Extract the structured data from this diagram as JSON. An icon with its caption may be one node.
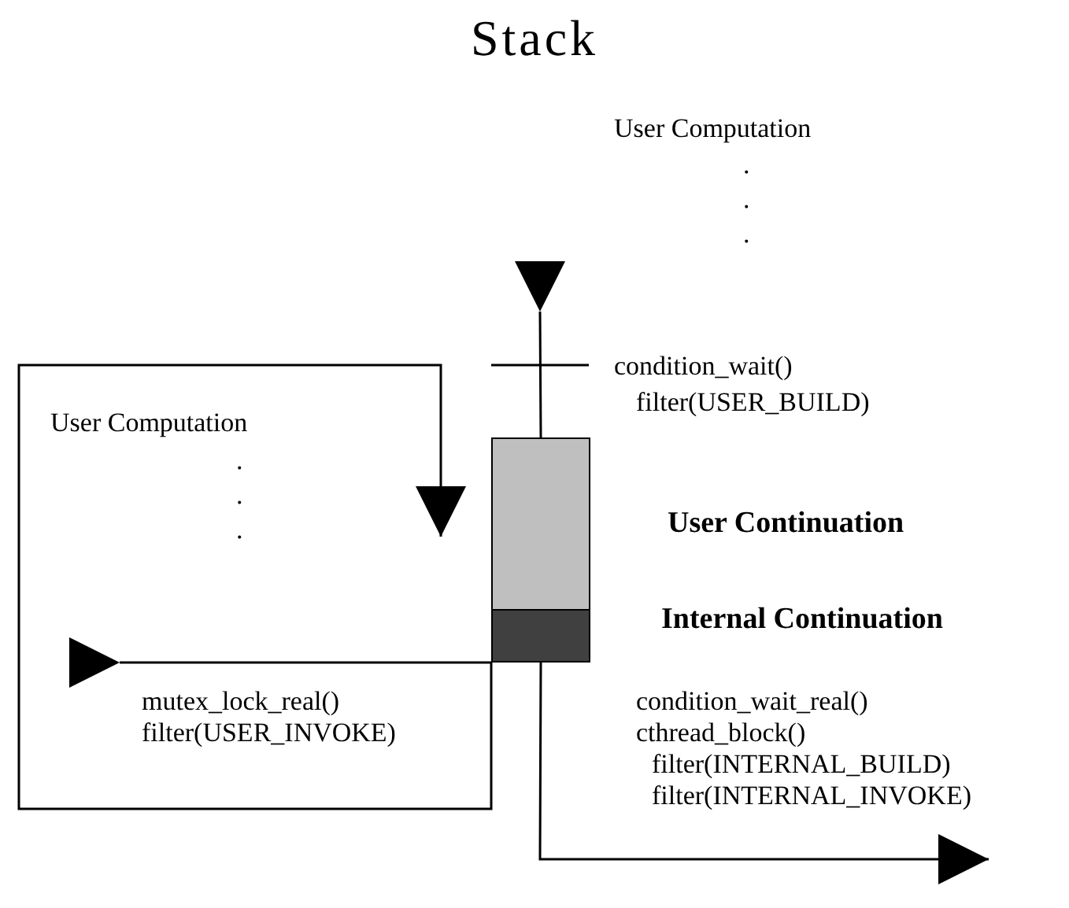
{
  "diagram": {
    "title": "Stack",
    "nodes": [
      {
        "text": [],
        "shape": "box",
        "beside": [
          "User Continuation"
        ]
      },
      {
        "text": [],
        "shape": "box",
        "beside": [
          "Internal Continuation"
        ]
      }
    ],
    "edges": [
      {
        "from": 0,
        "to": null,
        "arrow": "to"
      },
      {
        "from": 1,
        "to": null,
        "arrow": "to"
      },
      {
        "from": 1,
        "to": null,
        "arrow": "to"
      },
      {
        "from": 1,
        "to": null,
        "arrow": "to"
      }
    ],
    "labels": [
      "User Computation",
      ".",
      ".",
      ".",
      "condition_wait()",
      "filter(USER_BUILD)",
      "User Computation",
      ".",
      ".",
      ".",
      "mutex_lock_real()",
      "filter(USER_INVOKE)",
      "condition_wait_real()",
      "cthread_block()",
      "filter(INTERNAL_BUILD)",
      "filter(INTERNAL_INVOKE)"
    ]
  }
}
